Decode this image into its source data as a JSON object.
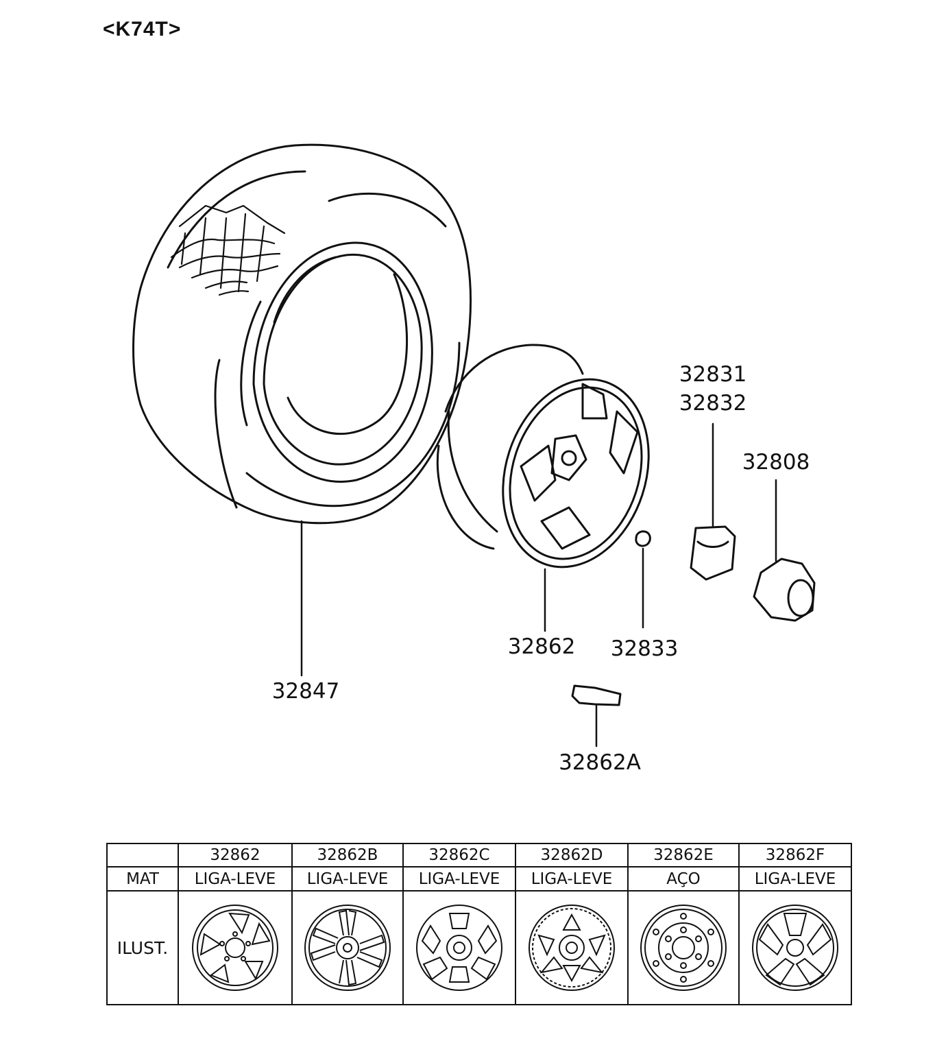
{
  "diagram_code": "<K74T>",
  "part_labels": {
    "tire": "32847",
    "wheel": "32862",
    "cap_a": "32831",
    "cap_b": "32832",
    "hub_cap": "32808",
    "nut": "32833",
    "valve": "32862A"
  },
  "table": {
    "row_mat_label": "MAT",
    "row_ilust_label": "ILUST.",
    "columns": [
      {
        "part": "32862",
        "material": "LIGA-LEVE",
        "icon": "alloy-wheel-5-spoke-icon"
      },
      {
        "part": "32862B",
        "material": "LIGA-LEVE",
        "icon": "alloy-wheel-split-spoke-icon"
      },
      {
        "part": "32862C",
        "material": "LIGA-LEVE",
        "icon": "alloy-wheel-6-window-icon"
      },
      {
        "part": "32862D",
        "material": "LIGA-LEVE",
        "icon": "alloy-wheel-6-window-ring-icon"
      },
      {
        "part": "32862E",
        "material": "AÇO",
        "icon": "steel-wheel-icon"
      },
      {
        "part": "32862F",
        "material": "LIGA-LEVE",
        "icon": "alloy-wheel-6-spoke-icon"
      }
    ]
  }
}
